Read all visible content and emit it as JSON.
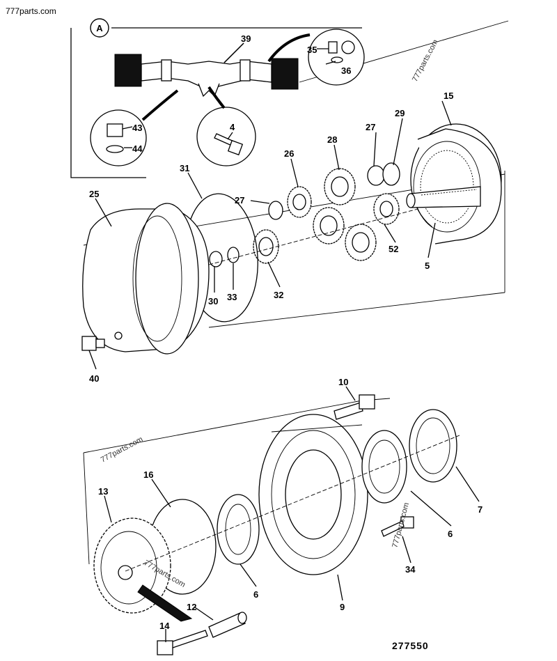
{
  "watermark": {
    "site": "777parts.com"
  },
  "document_number": "277550",
  "inset_label": "A",
  "callouts": {
    "c39": "39",
    "c35": "35",
    "c36": "36",
    "c43": "43",
    "c44": "44",
    "c4": "4",
    "c15": "15",
    "c29": "29",
    "c27a": "27",
    "c28": "28",
    "c26": "26",
    "c31": "31",
    "c25": "25",
    "c27b": "27",
    "c52": "52",
    "c5": "5",
    "c30": "30",
    "c33": "33",
    "c32": "32",
    "c40": "40",
    "c10": "10",
    "c7": "7",
    "c6a": "6",
    "c6b": "6",
    "c16": "16",
    "c13": "13",
    "c34": "34",
    "c9": "9",
    "c12": "12",
    "c14": "14"
  },
  "colors": {
    "line": "#000000",
    "background": "#ffffff",
    "fill_dark": "#111111"
  }
}
